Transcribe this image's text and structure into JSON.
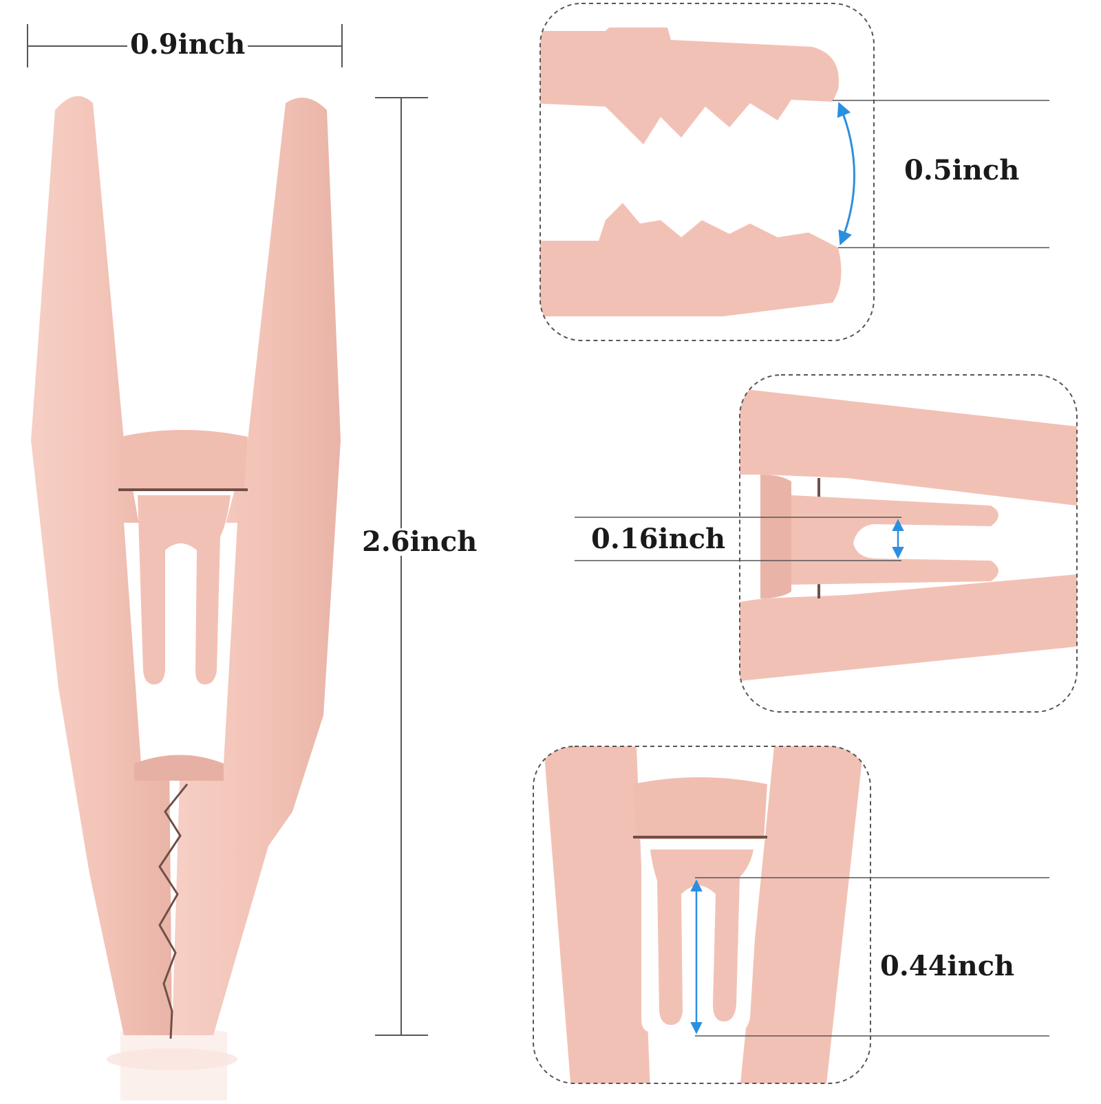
{
  "colors": {
    "clip_fill": "#f3c7bc",
    "clip_shade": "#e7b0a4",
    "clip_dark": "#6e5048",
    "dim_line": "#555555",
    "arrow": "#2b8fe0",
    "panel_border": "#555555",
    "background": "#ffffff"
  },
  "dimensions": {
    "width_label": "0.9inch",
    "height_label": "2.6inch",
    "jaw_opening_label": "0.5inch",
    "prong_gap_label": "0.16inch",
    "prong_length_label": "0.44inch"
  },
  "panels": [
    {
      "id": "jaw-detail",
      "depicts": "teeth-jaws"
    },
    {
      "id": "prong-gap-detail",
      "depicts": "side-prongs"
    },
    {
      "id": "prong-length-detail",
      "depicts": "front-prongs"
    }
  ]
}
